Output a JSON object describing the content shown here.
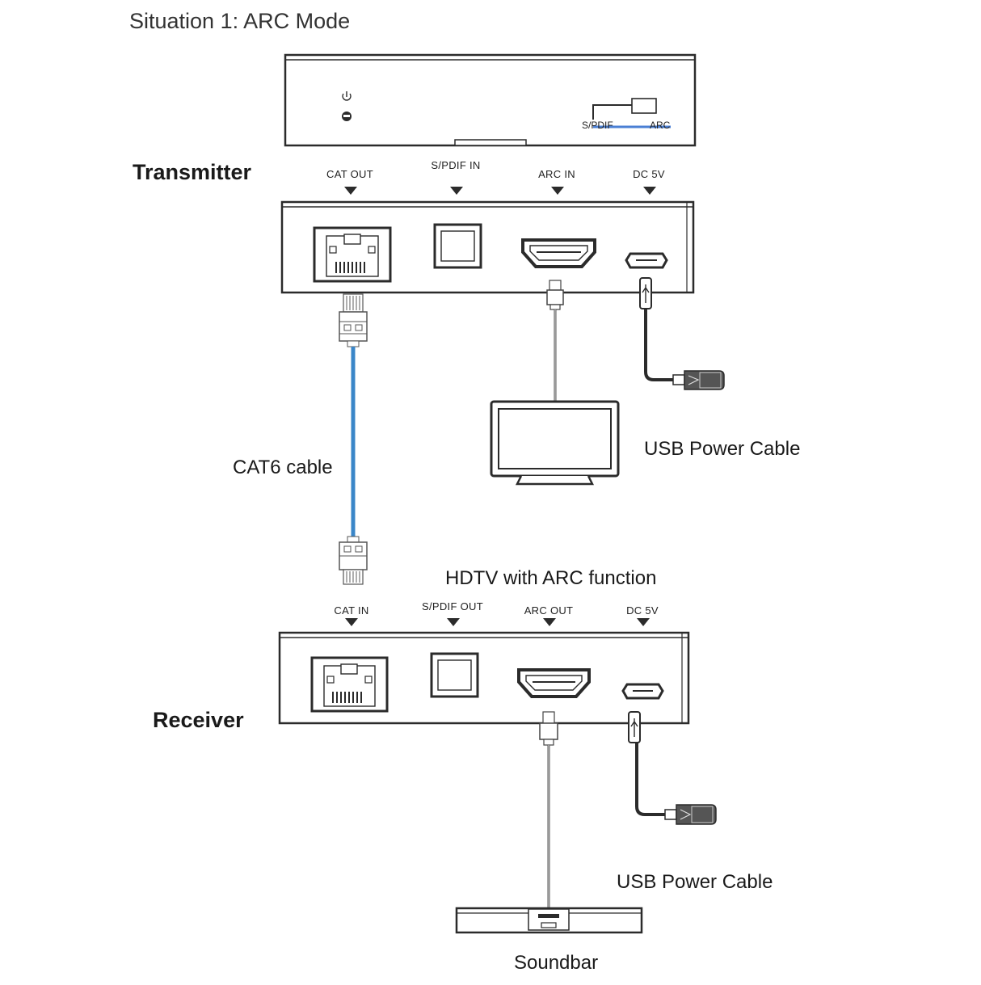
{
  "title": "Situation 1: ARC Mode",
  "top_device": {
    "switch_left": "S/PDIF",
    "switch_right": "ARC"
  },
  "transmitter": {
    "label": "Transmitter",
    "ports": [
      "CAT OUT",
      "S/PDIF  IN",
      "ARC  IN",
      "DC 5V"
    ]
  },
  "receiver": {
    "label": "Receiver",
    "ports": [
      "CAT IN",
      "S/PDIF  OUT",
      "ARC  OUT",
      "DC 5V"
    ]
  },
  "callouts": {
    "cat6": "CAT6 cable",
    "usb_tx": "USB Power Cable",
    "hdtv": "HDTV with ARC function",
    "usb_rx": "USB Power Cable",
    "soundbar": "Soundbar"
  },
  "colors": {
    "cat6_cable": "#3a86c8",
    "switch_highlight": "#4a7fd4",
    "device_stroke": "#2b2b2b"
  }
}
